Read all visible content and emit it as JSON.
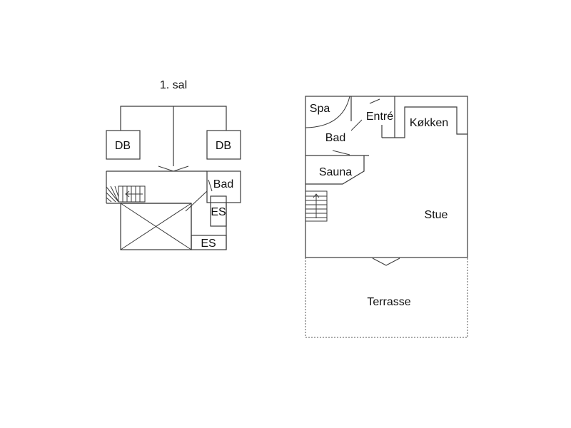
{
  "upper_floor": {
    "title": "1. sal",
    "room_db_left": "DB",
    "room_db_right": "DB",
    "room_bad": "Bad",
    "room_es_vertical": "ES",
    "room_es_bottom": "ES"
  },
  "ground_floor": {
    "room_spa": "Spa",
    "room_entre": "Entré",
    "room_kokken": "Køkken",
    "room_bad": "Bad",
    "room_sauna": "Sauna",
    "room_stue": "Stue",
    "room_terrasse": "Terrasse"
  },
  "colors": {
    "lines": "#3a3a3a",
    "text": "#111111",
    "background": "#ffffff"
  }
}
